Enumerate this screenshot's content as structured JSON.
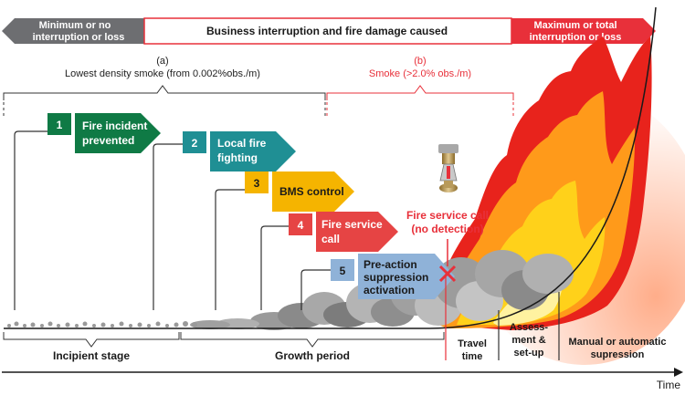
{
  "banner": {
    "left": [
      "Minimum or no",
      "interruption or loss"
    ],
    "center": "Business interruption and fire damage caused",
    "right": [
      "Maximum or total",
      "interruption or loss"
    ],
    "colors": {
      "left": "#6d6e71",
      "center": "#ffffff",
      "right": "#e8303a",
      "border": "#e8303a"
    }
  },
  "smoke_ranges": {
    "a": {
      "letter": "(a)",
      "label": "Lowest density smoke (from 0.002%obs./m)",
      "color": "#222222"
    },
    "b": {
      "letter": "(b)",
      "label": "Smoke (>2.0% obs./m)",
      "color": "#e8303a"
    }
  },
  "steps": [
    {
      "num": "1",
      "lines": [
        "Fire incident",
        "prevented"
      ],
      "color": "#0f7a45",
      "box": "#0f7a45",
      "text_color": "#ffffff"
    },
    {
      "num": "2",
      "lines": [
        "Local fire",
        "fighting"
      ],
      "color": "#1f8f94",
      "box": "#1f8f94",
      "text_color": "#ffffff"
    },
    {
      "num": "3",
      "lines": [
        "BMS control"
      ],
      "color": "#f5b400",
      "box": "#f5b400",
      "text_color": "#1a1a1a"
    },
    {
      "num": "4",
      "lines": [
        "Fire service",
        "call"
      ],
      "color": "#e64444",
      "box": "#e64444",
      "text_color": "#ffffff"
    },
    {
      "num": "5",
      "lines": [
        "Pre-action",
        "suppression",
        "activation"
      ],
      "color": "#8fb2d8",
      "box": "#8fb2d8",
      "text_color": "#1a1a1a"
    }
  ],
  "fire_service_note": [
    "Fire service call",
    "(no detection)"
  ],
  "stages": {
    "incipient": "Incipient stage",
    "growth": "Growth period",
    "travel": [
      "Travel",
      "time"
    ],
    "assess": [
      "Assess-",
      "ment &",
      "set-up"
    ],
    "manual": [
      "Manual or automatic",
      "supression"
    ]
  },
  "axis": {
    "label": "Time"
  },
  "icons": {
    "sprinkler": "sprinkler-icon",
    "fire": "fire-illustration",
    "smoke": "smoke-clouds"
  }
}
